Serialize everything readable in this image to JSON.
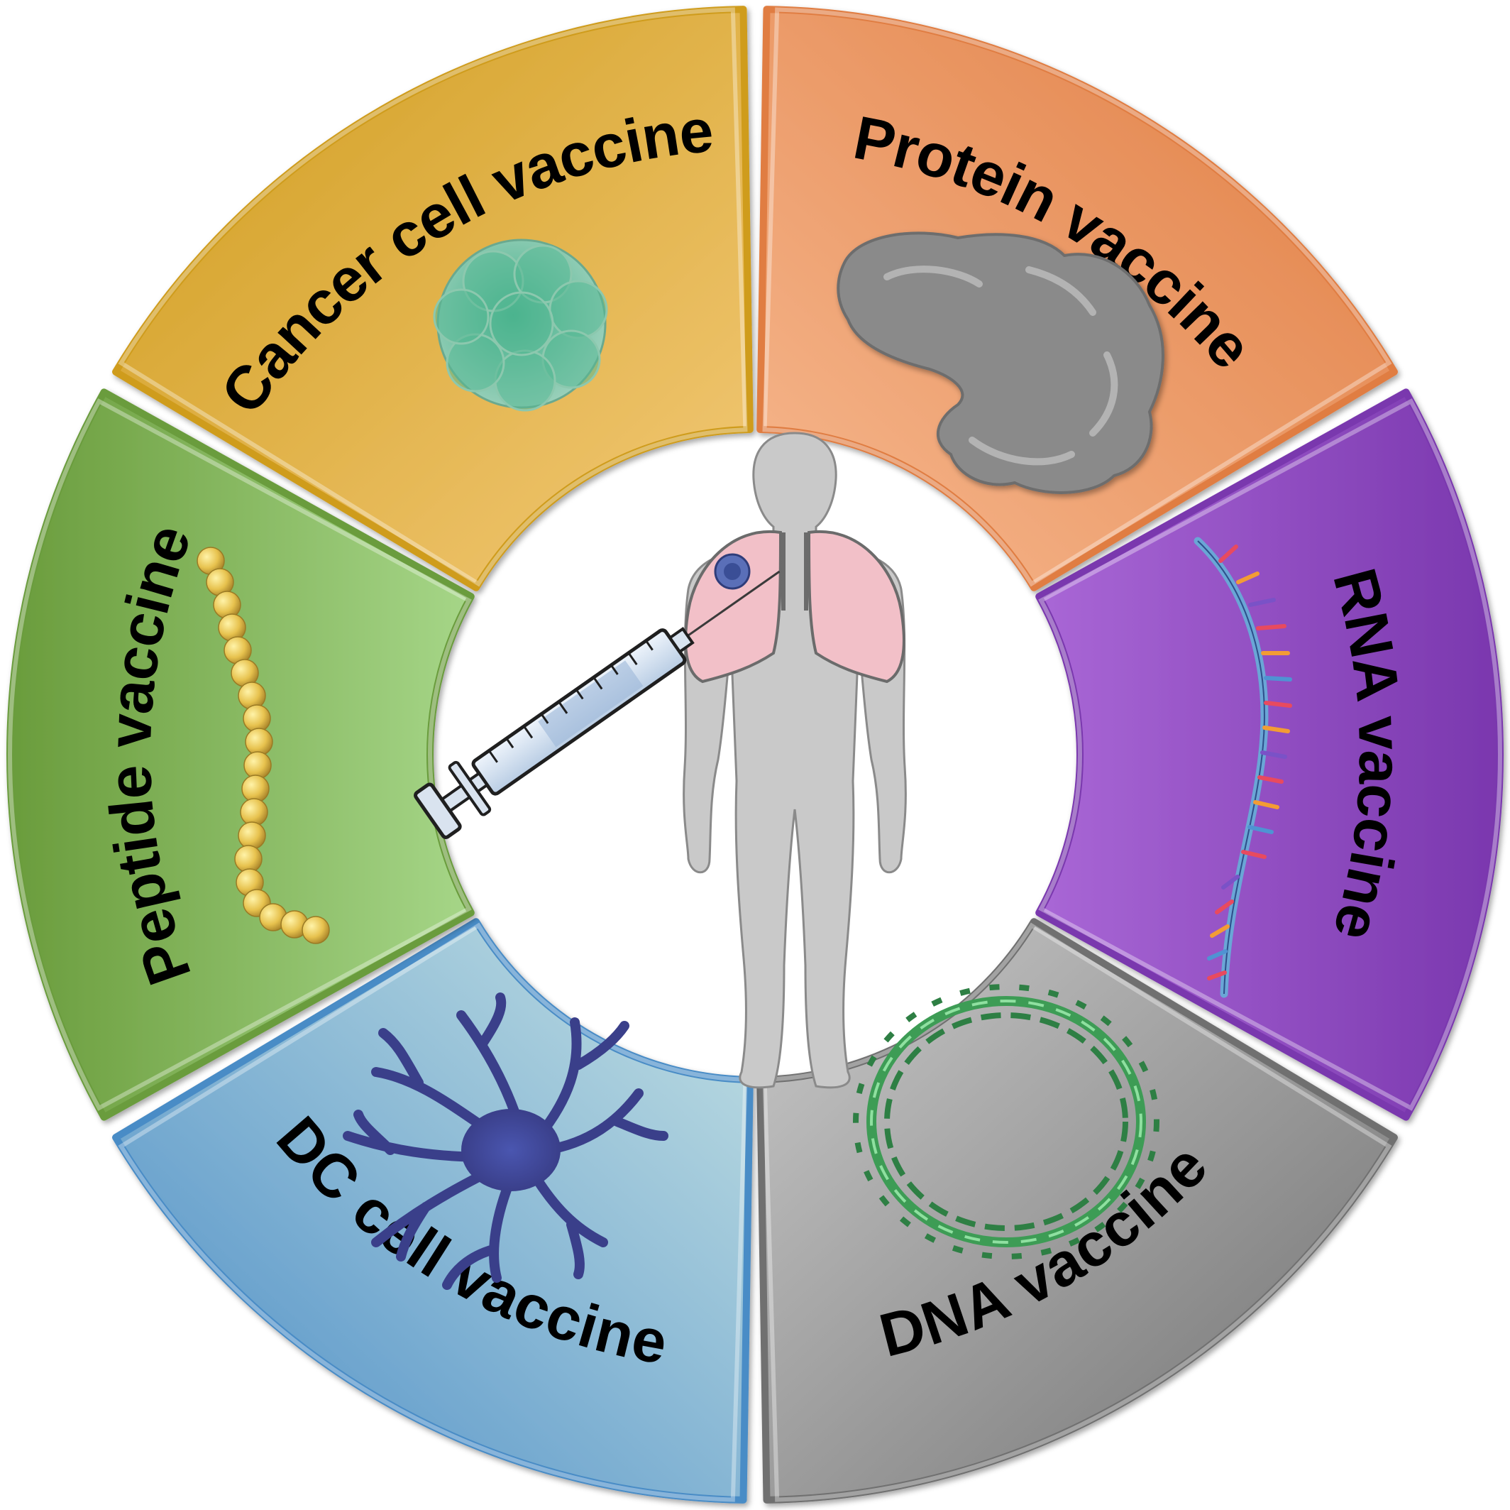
{
  "diagram": {
    "segments": [
      {
        "id": "cancer-cell",
        "label": "Cancer cell vaccine",
        "icon": "cancer-cell-cluster-icon",
        "color_dark": "#cf9c1c",
        "color_light": "#f3c978"
      },
      {
        "id": "protein",
        "label": "Protein vaccine",
        "icon": "protein-structure-icon",
        "color_dark": "#e07d42",
        "color_light": "#f7b990"
      },
      {
        "id": "rna",
        "label": "RNA vaccine",
        "icon": "rna-strand-icon",
        "color_dark": "#7a37ae",
        "color_light": "#a967d6"
      },
      {
        "id": "dna",
        "label": "DNA vaccine",
        "icon": "dna-plasmid-icon",
        "color_dark": "#707070",
        "color_light": "#c9c9c9"
      },
      {
        "id": "dc-cell",
        "label": "DC cell vaccine",
        "icon": "dendritic-cell-icon",
        "color_dark": "#4a8cc6",
        "color_light": "#c4e1e3"
      },
      {
        "id": "peptide",
        "label": "Peptide vaccine",
        "icon": "peptide-chain-icon",
        "color_dark": "#6a9c3c",
        "color_light": "#a6d688"
      }
    ],
    "center": {
      "figure_icon": "human-body-icon",
      "organ_icon": "lungs-tumor-icon",
      "injector_icon": "syringe-icon"
    }
  }
}
